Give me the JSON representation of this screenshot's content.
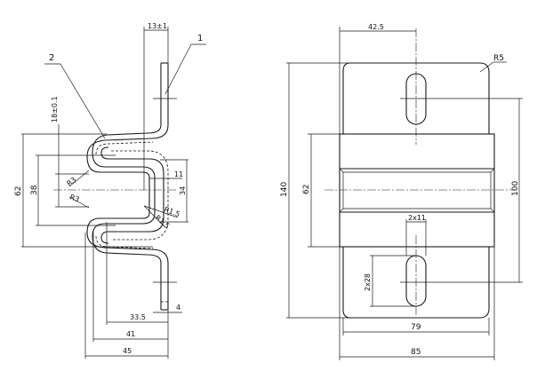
{
  "drawing": {
    "type": "technical-drawing",
    "views": [
      "side-view",
      "front-view"
    ],
    "side_view": {
      "part_labels": [
        {
          "id": "1",
          "text": "1"
        },
        {
          "id": "2",
          "text": "2"
        }
      ],
      "dimensions": {
        "thickness_top": "13±1",
        "pitch": "18±0.1",
        "overall_height": "62",
        "inner_height": "38",
        "slot_depth": "11",
        "clip_gap": "34",
        "radius_outer_top": "R3",
        "radius_outer_bottom": "R3",
        "radius_inner_1": "R1.5",
        "radius_inner_2": "R1.5",
        "material_thickness": "4",
        "depth_inner": "33.5",
        "depth_mid": "41",
        "depth_overall": "45"
      }
    },
    "front_view": {
      "dimensions": {
        "slot_offset": "42.5",
        "corner_radius": "R5",
        "overall_height": "140",
        "band_height": "62",
        "slot_spacing": "100",
        "slot_width": "2x11",
        "slot_length": "2x28",
        "plate_width": "79",
        "overall_width": "85"
      }
    }
  }
}
